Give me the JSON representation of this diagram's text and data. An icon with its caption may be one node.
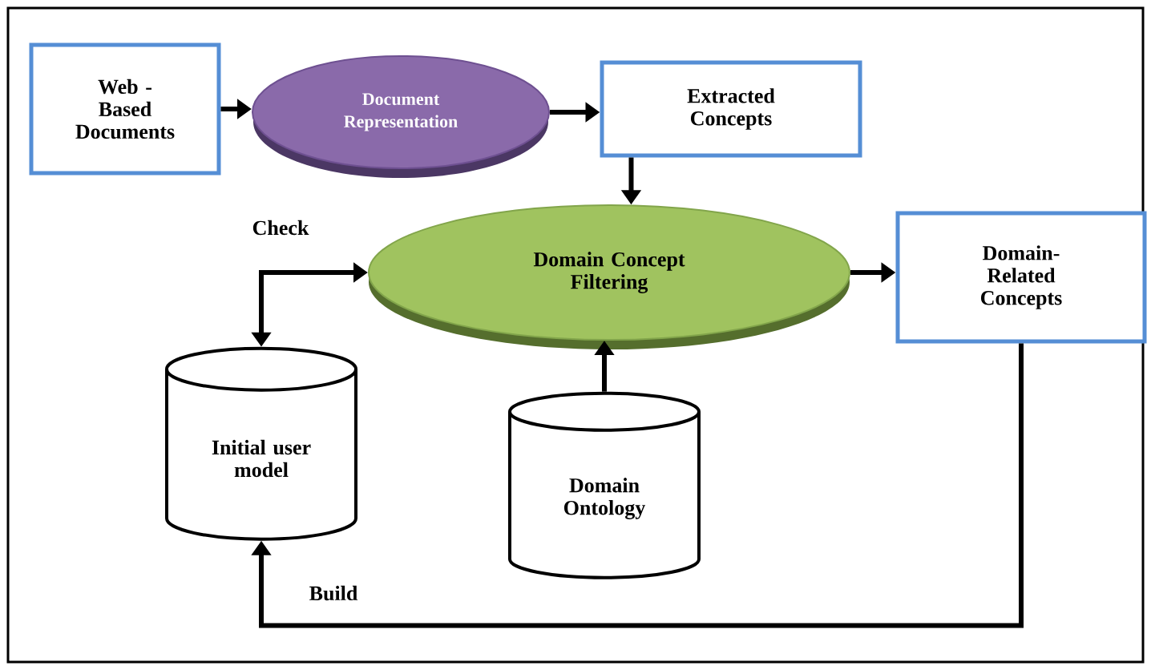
{
  "diagram": {
    "nodes": [
      {
        "text": [
          "Web - Based Documents"
        ]
      },
      {
        "text": [
          "Document Representation"
        ]
      },
      {
        "text": [
          "Extracted Concepts"
        ]
      },
      {
        "text": [
          "Domain Concept Filtering"
        ]
      },
      {
        "text": [
          "Domain- Related Concepts"
        ]
      },
      {
        "text": [
          "Initial user model"
        ]
      },
      {
        "text": [
          "Domain Ontology"
        ]
      }
    ],
    "edges": [
      {
        "from": 0,
        "to": 1,
        "arrow": "to"
      },
      {
        "from": 1,
        "to": 2,
        "arrow": "to"
      },
      {
        "from": 2,
        "to": 3,
        "arrow": "to"
      },
      {
        "from": 3,
        "to": 4,
        "arrow": "to"
      },
      {
        "from": 6,
        "to": 3,
        "arrow": "to"
      },
      {
        "from": 5,
        "to": 3,
        "arrow": "both",
        "label": "Check"
      },
      {
        "from": 4,
        "to": 5,
        "arrow": "to",
        "label": "Build"
      }
    ]
  }
}
